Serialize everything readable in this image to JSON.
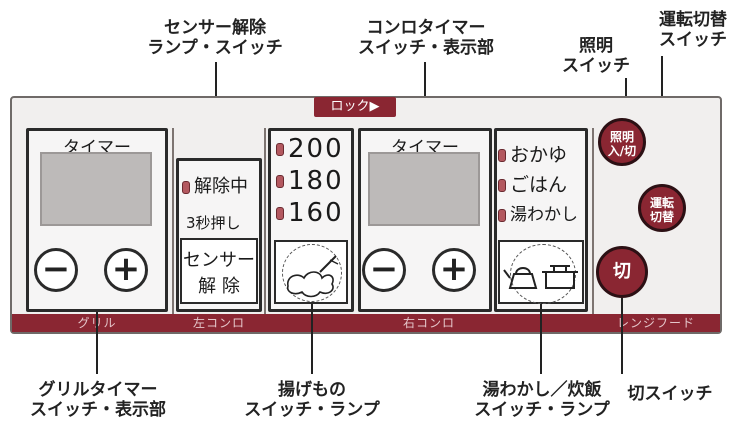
{
  "callouts": {
    "sensor_cancel": [
      "センサー解除",
      "ランプ・スイッチ"
    ],
    "stove_timer": [
      "コンロタイマー",
      "スイッチ・表示部"
    ],
    "light": [
      "照明",
      "スイッチ"
    ],
    "fan_mode": [
      "運転切替",
      "スイッチ"
    ],
    "grill_timer": [
      "グリルタイマー",
      "スイッチ・表示部"
    ],
    "fry": [
      "揚げもの",
      "スイッチ・ランプ"
    ],
    "boil_rice": [
      "湯わかし／炊飯",
      "スイッチ・ランプ"
    ],
    "off_switch": [
      "切スイッチ"
    ]
  },
  "panel": {
    "lock_label": "ロック▶",
    "grill_box": {
      "title": "タイマー",
      "minus": "−",
      "plus": "+"
    },
    "sensor_box": {
      "lamp_label": "解除中",
      "hold_label": "3秒押し",
      "button_line1": "センサー",
      "button_line2": "解 除"
    },
    "fry_box": {
      "temps": [
        "200",
        "180",
        "160"
      ]
    },
    "stove_box": {
      "title": "タイマー",
      "minus": "−",
      "plus": "+"
    },
    "cook_box": {
      "modes": [
        "おかゆ",
        "ごはん",
        "湯わかし"
      ]
    },
    "hood": {
      "light_button": [
        "照明",
        "入/切"
      ],
      "mode_button": [
        "運転",
        "切替"
      ],
      "off_button": "切"
    },
    "strip_labels": {
      "grill": "グリル",
      "left_stove": "左コンロ",
      "right_stove": "右コンロ",
      "range_hood": "レンジフード"
    }
  },
  "colors": {
    "accent": "#8a2632",
    "lcd": "#bdbab9",
    "panel": "#f1efee"
  }
}
